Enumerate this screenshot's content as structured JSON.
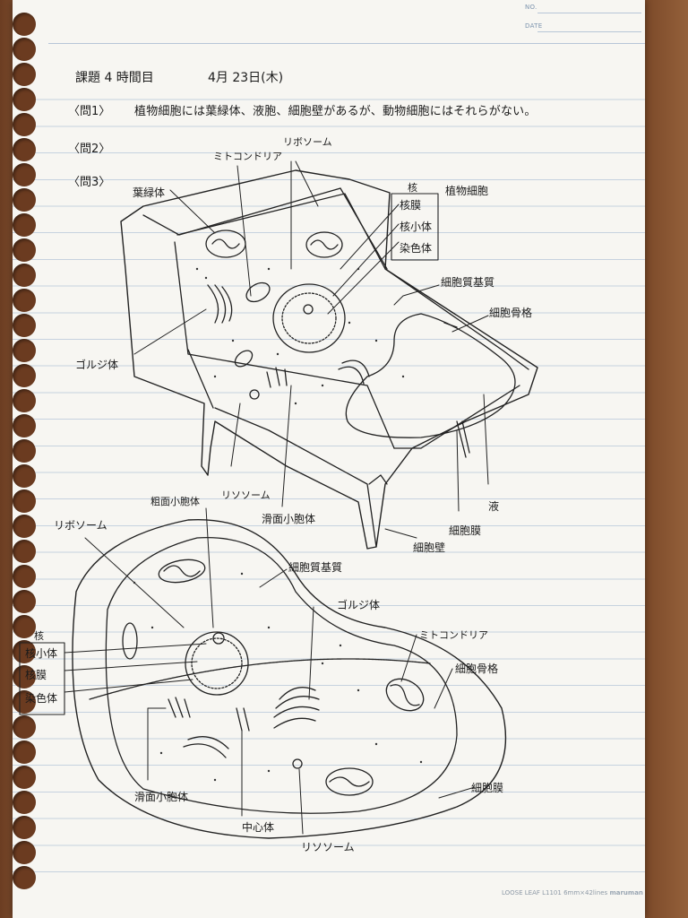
{
  "sheet": {
    "no_label": "NO.",
    "date_label": "DATE",
    "footer_product": "LOOSE LEAF L1101 6mm×42lines",
    "footer_brand": "maruman"
  },
  "header": {
    "title": "課題 4 時間目",
    "date": "4月 23日(木)"
  },
  "questions": [
    {
      "label": "〈問1〉",
      "text": "植物細胞には葉緑体、液胞、細胞壁があるが、動物細胞にはそれらがない。"
    },
    {
      "label": "〈問2〉",
      "text": ""
    },
    {
      "label": "〈問3〉",
      "text": ""
    }
  ],
  "plant_cell": {
    "title": "植物細胞",
    "nucleus_box": {
      "heading": "核",
      "items": [
        "核膜",
        "核小体",
        "染色体"
      ]
    },
    "labels": {
      "mitochondria": "ミトコンドリア",
      "ribosome_top": "リボソーム",
      "chloroplast": "葉緑体",
      "cytoplasmic_matrix": "細胞質基質",
      "cytoskeleton": "細胞骨格",
      "golgi": "ゴルジ体",
      "lysosome": "リソソーム",
      "smooth_er": "滑面小胞体",
      "vacuole": "液",
      "cell_membrane": "細胞膜",
      "cell_wall": "細胞壁"
    }
  },
  "animal_cell": {
    "nucleus_box": {
      "heading": "核",
      "items": [
        "核小体",
        "核膜",
        "染色体"
      ]
    },
    "labels": {
      "rough_er": "粗面小胞体",
      "ribosome": "リボソーム",
      "cytoplasmic_matrix": "細胞質基質",
      "golgi": "ゴルジ体",
      "mitochondria": "ミトコンドリア",
      "cytoskeleton": "細胞骨格",
      "cell_membrane": "細胞膜",
      "smooth_er": "滑面小胞体",
      "centrosome": "中心体",
      "lysosome": "リソソーム"
    }
  }
}
